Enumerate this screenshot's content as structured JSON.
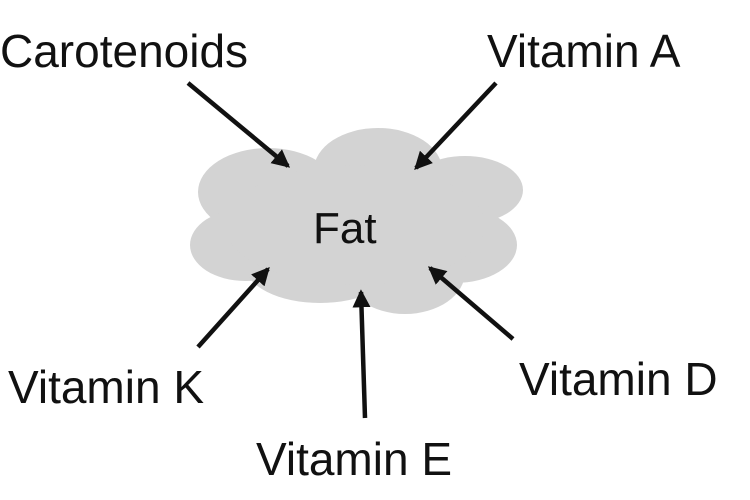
{
  "center": {
    "label": "Fat",
    "color": "#d3d3d3"
  },
  "nutrients": [
    {
      "label": "Carotenoids"
    },
    {
      "label": "Vitamin A"
    },
    {
      "label": "Vitamin K"
    },
    {
      "label": "Vitamin E"
    },
    {
      "label": "Vitamin D"
    }
  ],
  "arrow_color": "#111111"
}
